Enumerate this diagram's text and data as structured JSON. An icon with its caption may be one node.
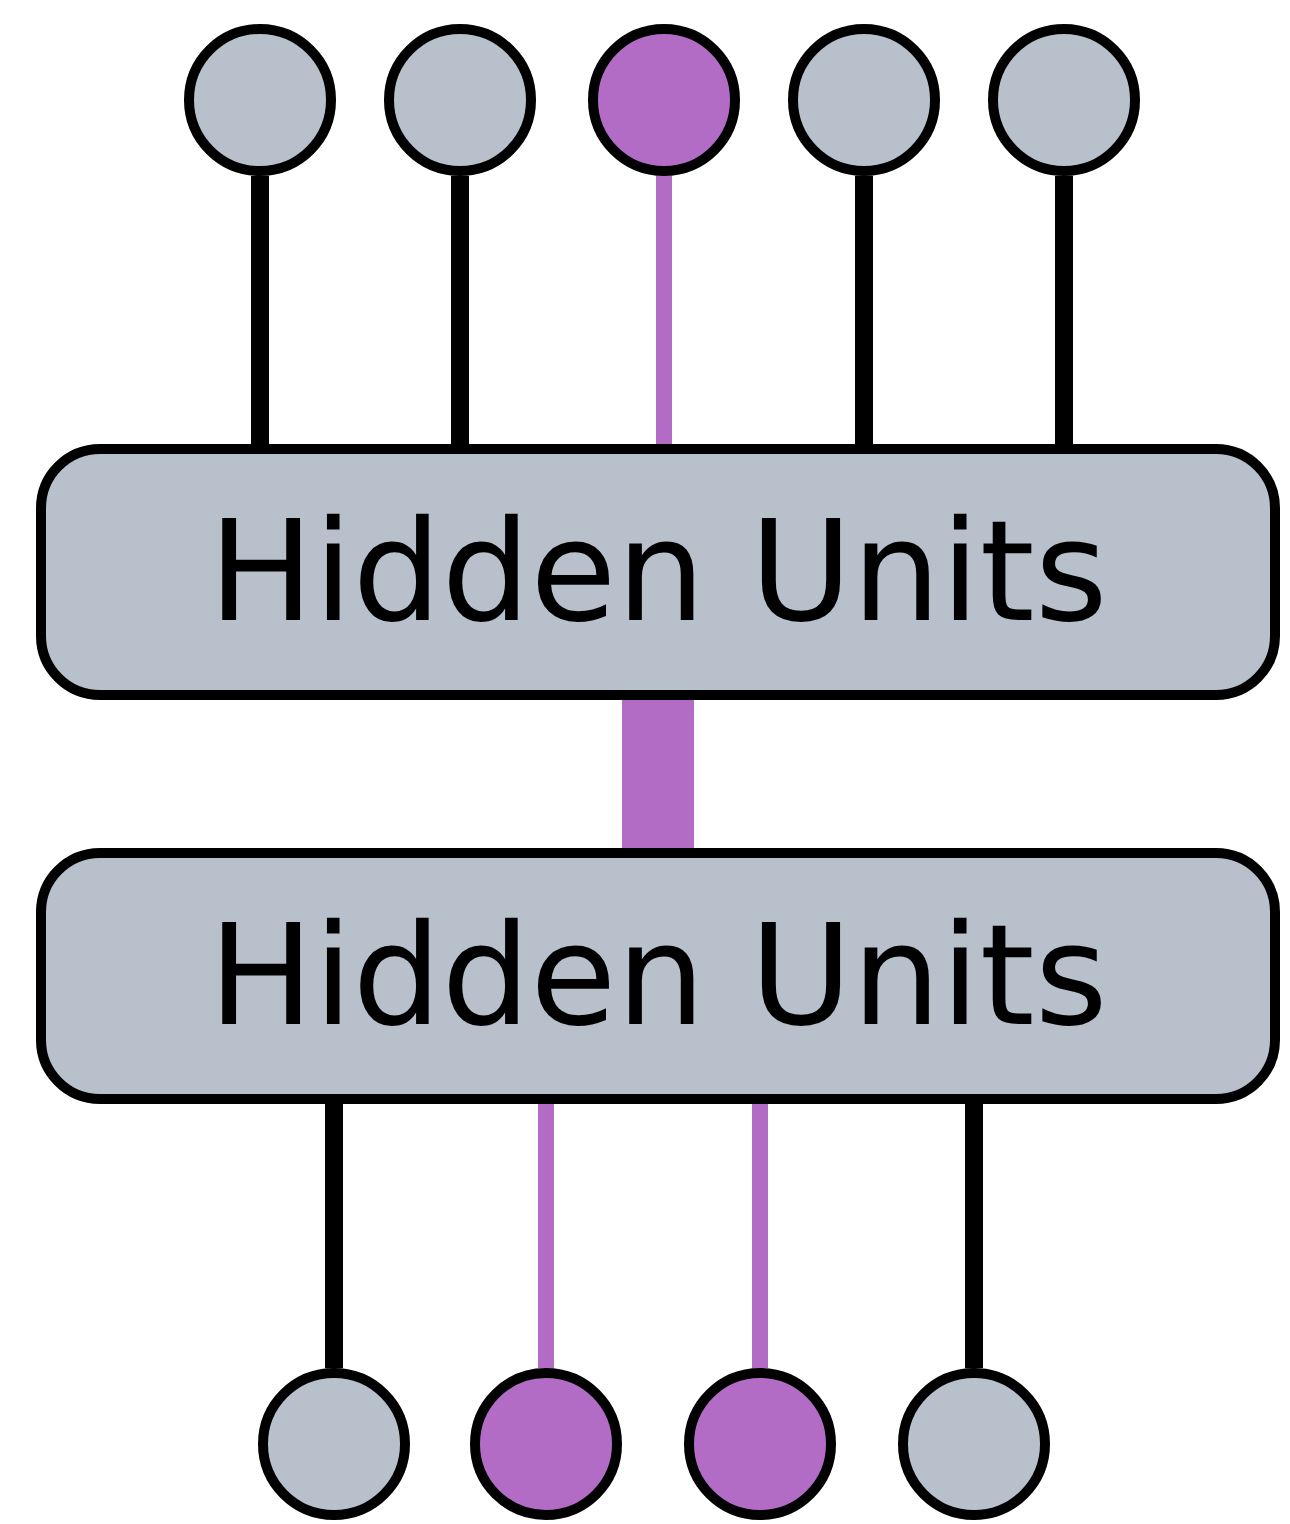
{
  "diagram": {
    "nodes": [
      {
        "text": [],
        "shape": "circle"
      },
      {
        "text": [],
        "shape": "circle"
      },
      {
        "text": [],
        "shape": "circle"
      },
      {
        "text": [],
        "shape": "circle"
      },
      {
        "text": [],
        "shape": "circle"
      },
      {
        "text": [
          "Hidden Units"
        ]
      },
      {
        "text": [
          "Hidden Units"
        ]
      },
      {
        "text": [],
        "shape": "circle"
      },
      {
        "text": [],
        "shape": "circle"
      },
      {
        "text": [],
        "shape": "circle"
      },
      {
        "text": [],
        "shape": "circle"
      }
    ],
    "edges": [
      {
        "from": 0,
        "to": 5,
        "arrow": "none"
      },
      {
        "from": 1,
        "to": 5,
        "arrow": "none"
      },
      {
        "from": 2,
        "to": 5,
        "arrow": "none",
        "color": "#b36cc6"
      },
      {
        "from": 3,
        "to": 5,
        "arrow": "none"
      },
      {
        "from": 4,
        "to": 5,
        "arrow": "none"
      },
      {
        "from": 5,
        "to": 6,
        "arrow": "none",
        "style": "thick",
        "color": "#b36cc6"
      },
      {
        "from": 6,
        "to": 7,
        "arrow": "none"
      },
      {
        "from": 6,
        "to": 8,
        "arrow": "none",
        "color": "#b36cc6"
      },
      {
        "from": 6,
        "to": 9,
        "arrow": "none",
        "color": "#b36cc6"
      },
      {
        "from": 6,
        "to": 10,
        "arrow": "none"
      }
    ]
  }
}
